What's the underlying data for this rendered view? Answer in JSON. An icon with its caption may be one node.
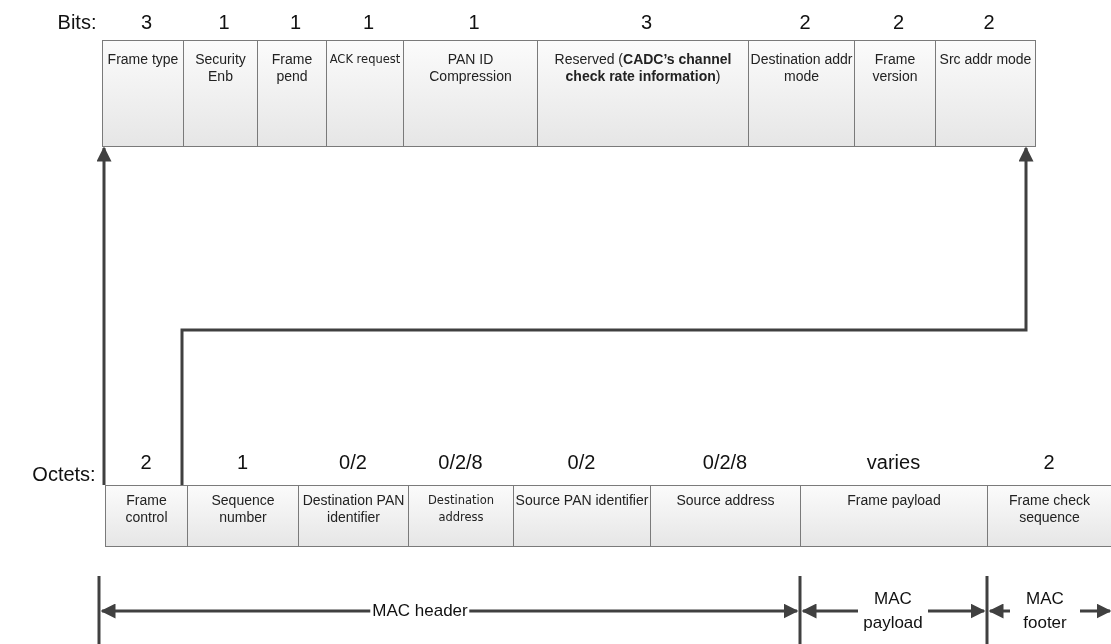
{
  "diagram": {
    "nodes": [
      {
        "text": [
          "Frame type"
        ]
      },
      {
        "text": [
          "Security Enb"
        ]
      },
      {
        "text": [
          "Frame pend"
        ]
      },
      {
        "text": [
          "ACK request"
        ]
      },
      {
        "text": [
          "PAN ID Compression"
        ]
      },
      {
        "text": [
          "Reserved (**CADC’s channel check rate information**)"
        ]
      },
      {
        "text": [
          "Destination addr mode"
        ]
      },
      {
        "text": [
          "Frame version"
        ]
      },
      {
        "text": [
          "Src addr mode"
        ]
      },
      {
        "text": [
          "Frame control"
        ]
      },
      {
        "text": [
          "Sequence number"
        ]
      },
      {
        "text": [
          "Destination PAN identifier"
        ]
      },
      {
        "text": [
          "Destination address"
        ]
      },
      {
        "text": [
          "Source PAN identifier"
        ]
      },
      {
        "text": [
          "Source address"
        ]
      },
      {
        "text": [
          "Frame payload"
        ]
      },
      {
        "text": [
          "Frame check sequence"
        ]
      }
    ],
    "edges": [
      {
        "from": 9,
        "to": 0,
        "arrow": "to"
      },
      {
        "from": 9,
        "to": 8,
        "arrow": "to"
      }
    ],
    "labels": [
      "Bits:",
      "3",
      "1",
      "1",
      "1",
      "1",
      "3",
      "2",
      "2",
      "2",
      "Octets:",
      "2",
      "1",
      "0/2",
      "0/2/8",
      "0/2",
      "0/2/8",
      "varies",
      "2",
      "MAC header",
      "MAC payload",
      "MAC footer"
    ]
  }
}
